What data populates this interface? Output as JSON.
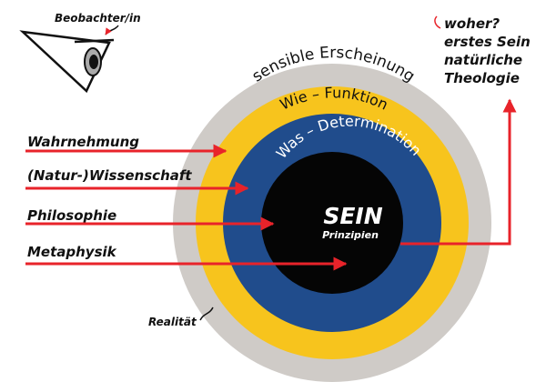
{
  "observer": {
    "label": "Beobachter/in"
  },
  "reality": {
    "label": "Realität"
  },
  "rings": {
    "outer": {
      "label": "sensible Erscheinung",
      "color": "#cfcbc7"
    },
    "second": {
      "label": "Wie – Funktion",
      "color": "#f7c41d"
    },
    "third": {
      "label": "Was – Determination",
      "color": "#204c8c"
    },
    "core": {
      "title": "SEIN",
      "subtitle": "Prinzipien",
      "color": "#050505"
    }
  },
  "approaches": [
    {
      "label": "Wahrnehmung"
    },
    {
      "label": "(Natur-)Wissenschaft"
    },
    {
      "label": "Philosophie"
    },
    {
      "label": "Metaphysik"
    }
  ],
  "question": {
    "line1": "woher?",
    "line2": "erstes Sein",
    "line3": "natürliche",
    "line4": "Theologie"
  },
  "arrow_color": "#e8232a"
}
